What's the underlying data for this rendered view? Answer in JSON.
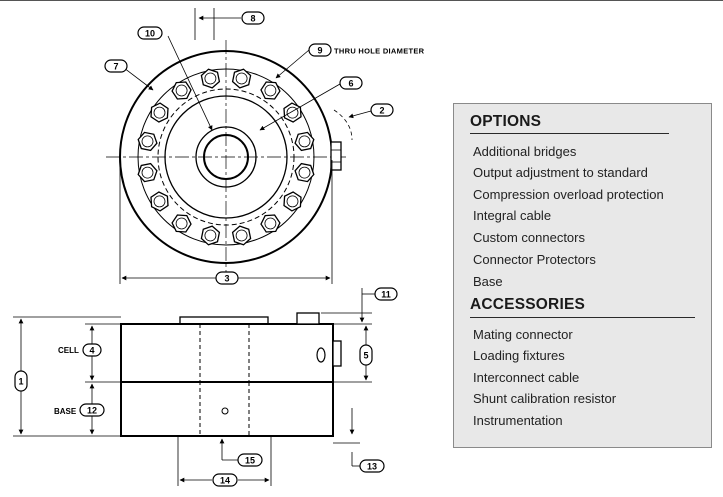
{
  "drawing": {
    "callouts": [
      "1",
      "2",
      "3",
      "4",
      "5",
      "6",
      "7",
      "8",
      "9",
      "10",
      "11",
      "12",
      "13",
      "14",
      "15"
    ],
    "thru_hole_label": "THRU HOLE DIAMETER",
    "cell_label": "CELL",
    "base_label": "BASE"
  },
  "options": {
    "heading": "OPTIONS",
    "items": [
      "Additional bridges",
      "Output adjustment to standard",
      "Compression overload protection",
      "Integral cable",
      "Custom connectors",
      "Connector Protectors",
      "Base"
    ]
  },
  "accessories": {
    "heading": "ACCESSORIES",
    "items": [
      "Mating connector",
      "Loading fixtures",
      "Interconnect cable",
      "Shunt calibration resistor",
      "Instrumentation"
    ]
  }
}
